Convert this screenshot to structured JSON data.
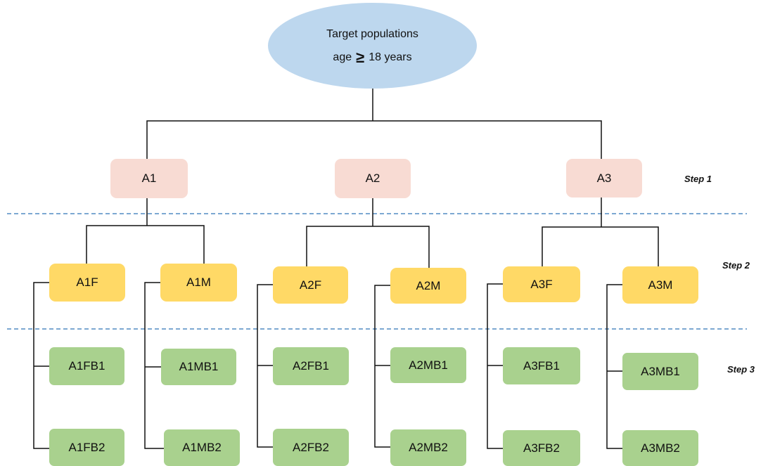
{
  "colors": {
    "root": "#bdd7ee",
    "level1": "#f8dbd3",
    "level2": "#ffd966",
    "level3": "#a9d18e",
    "connector": "#111111",
    "divider": "#2e75b6"
  },
  "root": {
    "line1": "Target populations",
    "age_word": "age",
    "age_symbol": "≥",
    "age_value": "18 years"
  },
  "steps": [
    "Step 1",
    "Step 2",
    "Step 3"
  ],
  "level1": [
    "A1",
    "A2",
    "A3"
  ],
  "level2": [
    "A1F",
    "A1M",
    "A2F",
    "A2M",
    "A3F",
    "A3M"
  ],
  "level3": [
    "A1FB1",
    "A1FB2",
    "A1MB1",
    "A1MB2",
    "A2FB1",
    "A2FB2",
    "A2MB1",
    "A2MB2",
    "A3FB1",
    "A3FB2",
    "A3MB1",
    "A3MB2"
  ]
}
